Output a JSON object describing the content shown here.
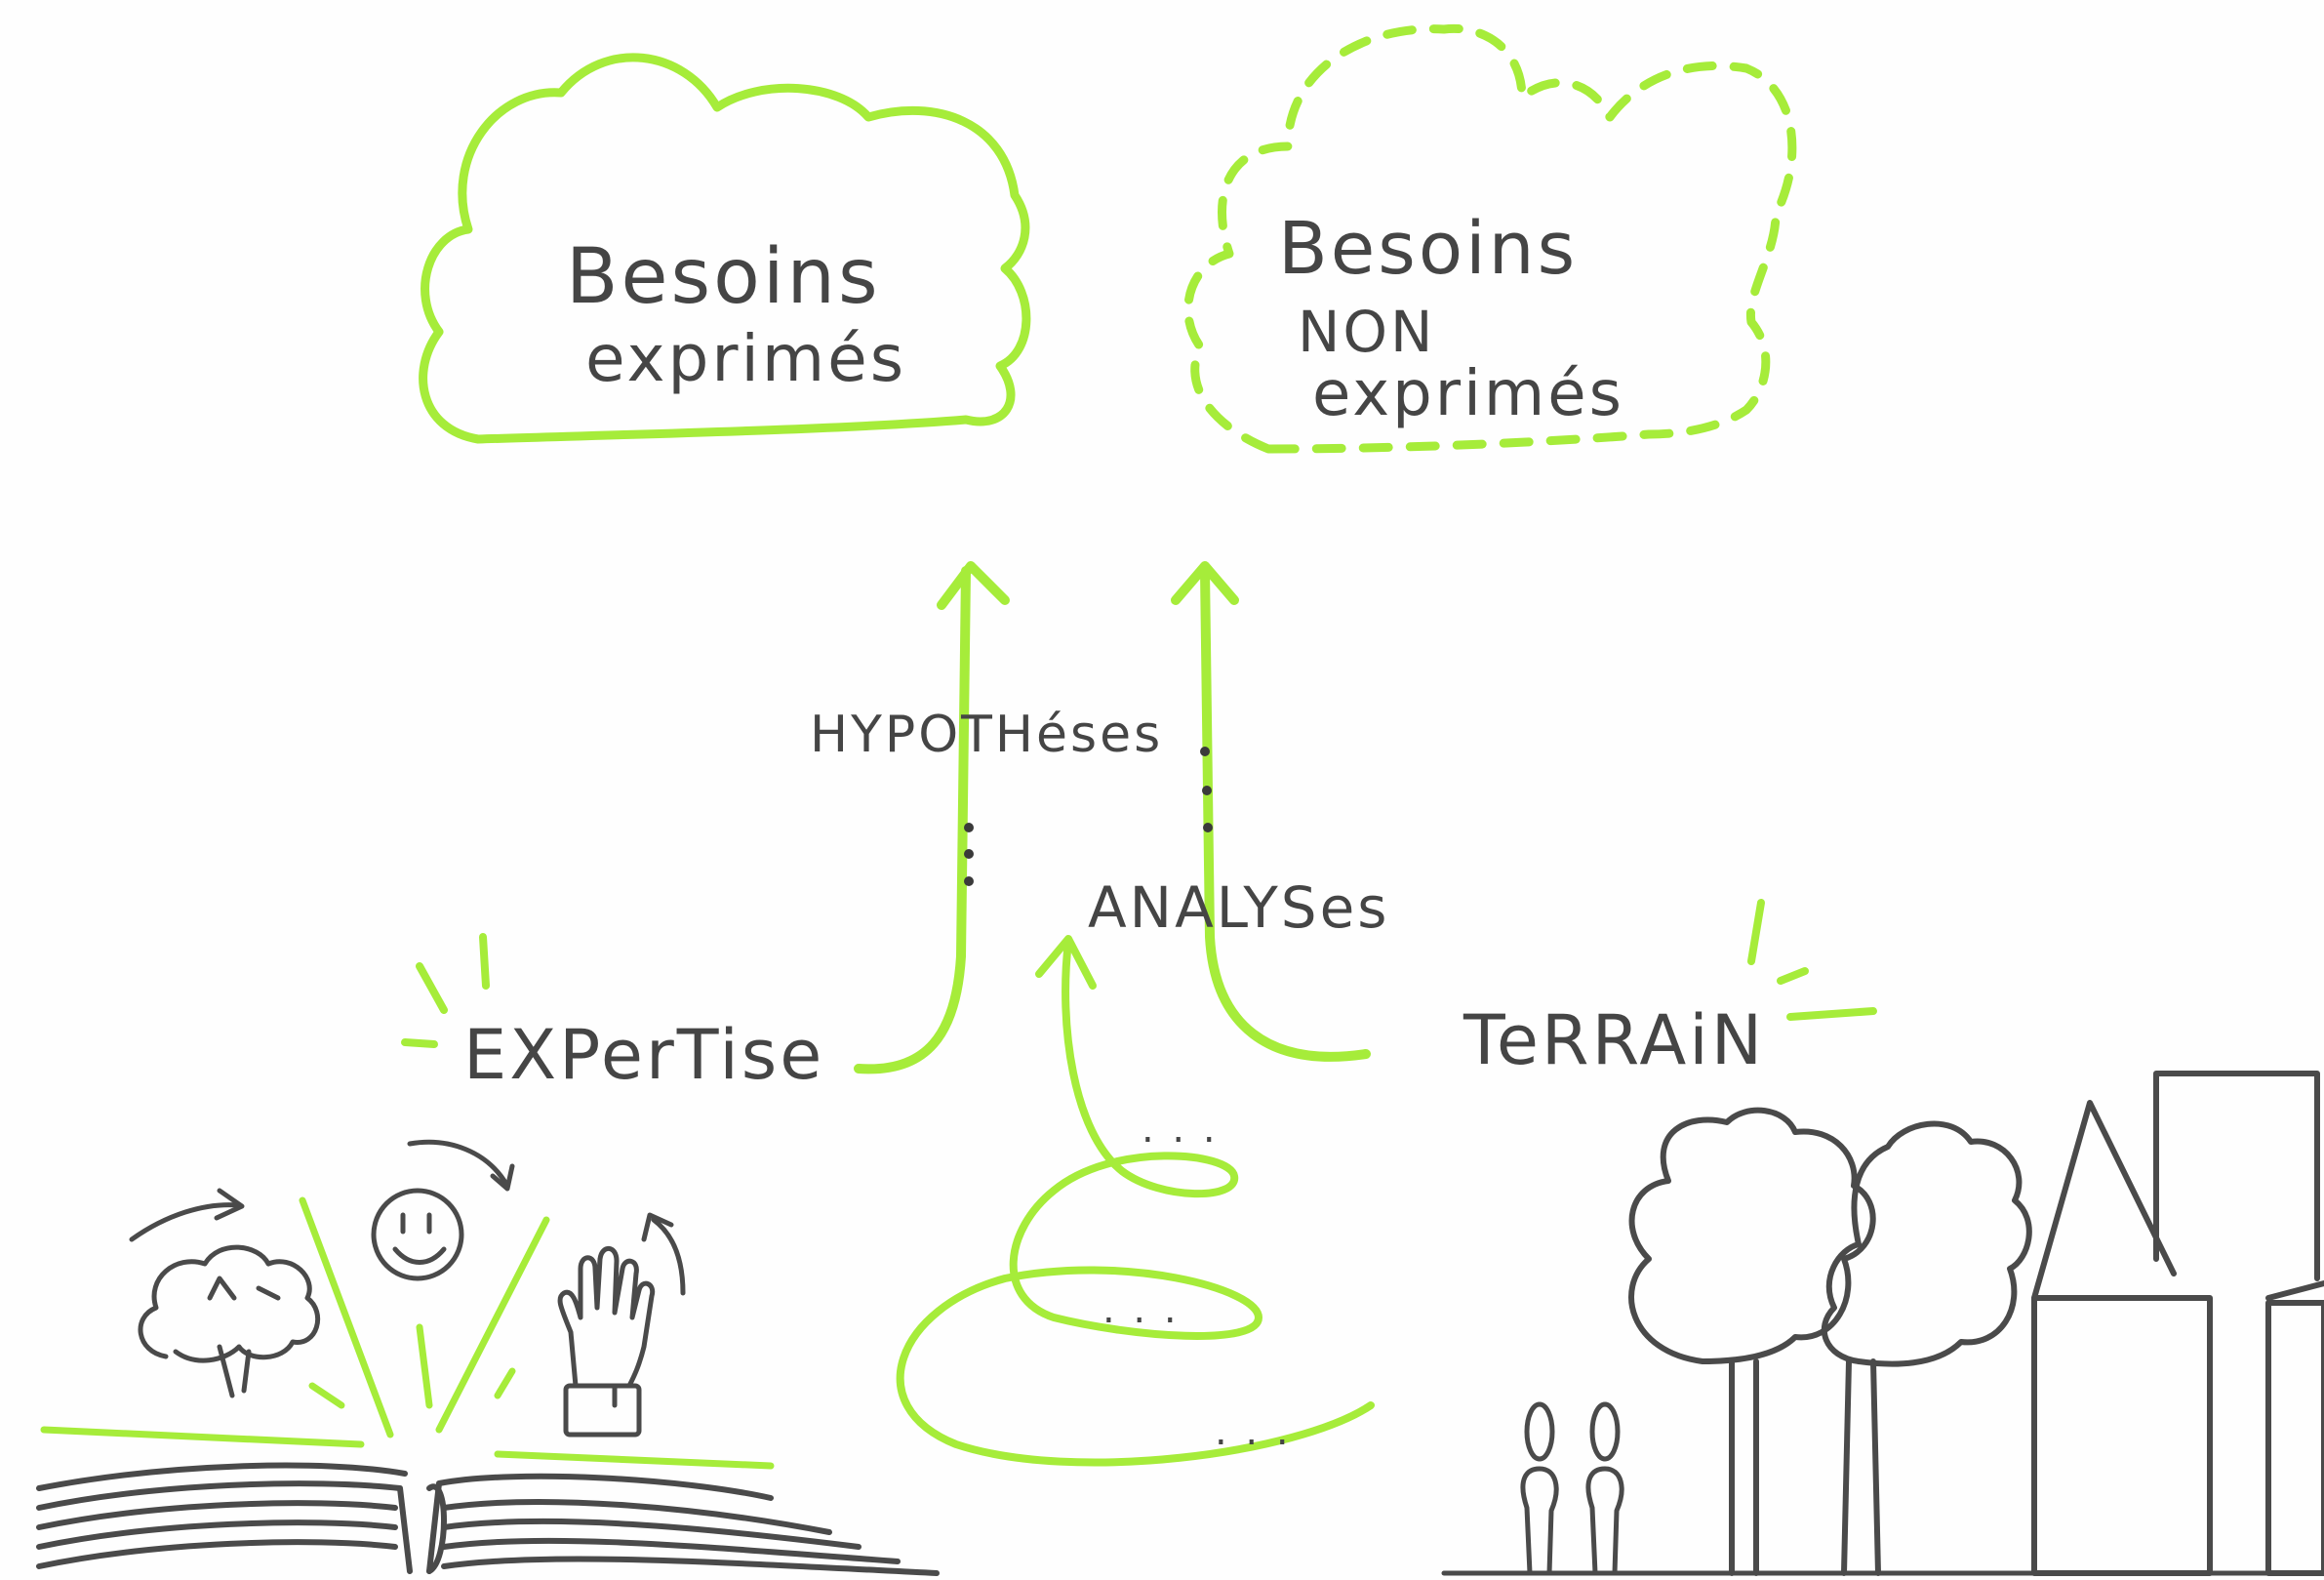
{
  "clouds": {
    "expressed": {
      "line1": "Besoins",
      "line2": "exprimés"
    },
    "unexpressed": {
      "line1": "Besoins",
      "line2": "NON",
      "line3": "exprimés"
    }
  },
  "labels": {
    "hypotheses": "HYPOTHéses",
    "analyses": "ANALYSes",
    "expertise": "EXPerTise",
    "terrain": "TeRRAiN"
  },
  "ellipses": ". . .",
  "colors": {
    "accent": "#a6ec3a",
    "ink": "#4a4a4a",
    "background": "#fefefe"
  },
  "icons": [
    "brain-icon",
    "smiley-icon",
    "raised-hand-icon",
    "open-book-icon",
    "spiral-icon",
    "tree-icon",
    "person-icon",
    "house-icon"
  ]
}
